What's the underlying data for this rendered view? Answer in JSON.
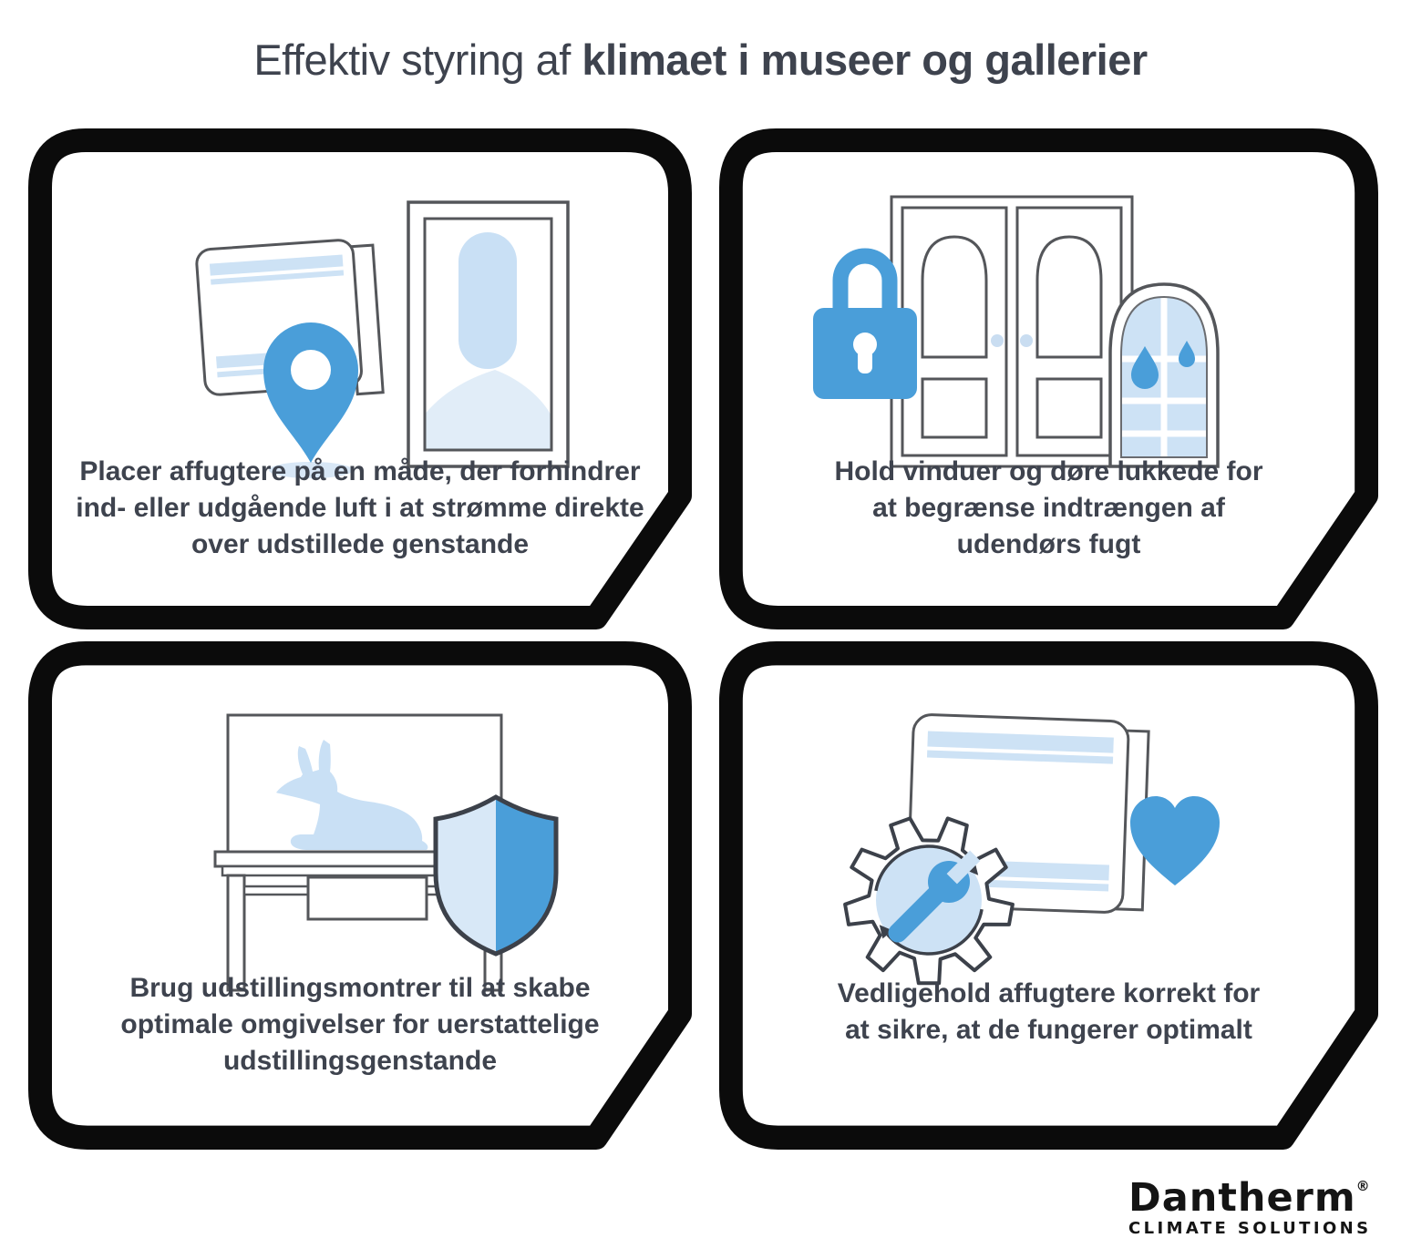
{
  "title": {
    "regular": "Effektiv styring af",
    "bold": "klimaet i museer og gallerier"
  },
  "cards": [
    {
      "id": "placement",
      "icons": [
        "wall-dehumidifier-icon",
        "location-pin-icon",
        "picture-frame-icon",
        "portrait-icon"
      ],
      "caption": "Placer affugtere på en måde, der forhindrer\nind- eller udgående luft i at strømme direkte\nover udstillede genstande"
    },
    {
      "id": "doors-windows",
      "icons": [
        "padlock-icon",
        "double-doors-icon",
        "arched-window-icon",
        "water-drop-icon"
      ],
      "caption": "Hold vinduer og døre lukkede for\nat begrænse indtrængen af\nudendørs fugt"
    },
    {
      "id": "display-cases",
      "icons": [
        "display-case-icon",
        "dog-statue-icon",
        "shield-icon"
      ],
      "caption": "Brug udstillingsmontrer til at skabe\noptimale omgivelser for uerstattelige\nudstillingsgenstande"
    },
    {
      "id": "maintenance",
      "icons": [
        "gear-icon",
        "wrench-icon",
        "wall-dehumidifier-icon",
        "heart-icon"
      ],
      "caption": "Vedligehold affugtere korrekt for\nat sikre, at de fungerer optimalt"
    }
  ],
  "logo": {
    "name": "Dantherm",
    "registered": "®",
    "tagline": "CLIMATE SOLUTIONS"
  },
  "colors": {
    "accent_blue": "#4a9ed9",
    "light_blue": "#cde2f5",
    "pale_blue": "#e1edf8",
    "outline_gray": "#54565a",
    "text_dark": "#3e434e",
    "border_black": "#0b0b0b",
    "background": "#ffffff"
  }
}
